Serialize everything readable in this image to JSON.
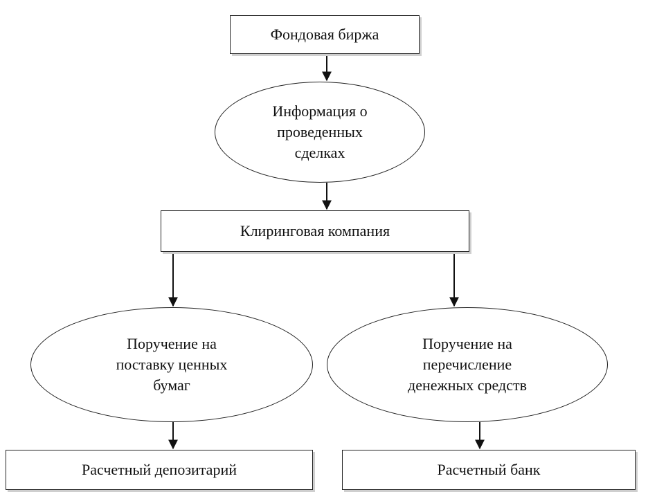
{
  "nodes": {
    "exchange": "Фондовая биржа",
    "trade_info": "Информация о\nпроведенных\nсделках",
    "clearing": "Клиринговая компания",
    "securities_order": "Поручение на\nпоставку ценных\nбумаг",
    "payment_order": "Поручение на\nперечисление\nденежных средств",
    "depository": "Расчетный депозитарий",
    "bank": "Расчетный банк"
  },
  "connectors": [
    {
      "from": "exchange",
      "to": "trade_info"
    },
    {
      "from": "trade_info",
      "to": "clearing"
    },
    {
      "from": "clearing",
      "to": "securities_order"
    },
    {
      "from": "clearing",
      "to": "payment_order"
    },
    {
      "from": "securities_order",
      "to": "depository"
    },
    {
      "from": "payment_order",
      "to": "bank"
    }
  ]
}
